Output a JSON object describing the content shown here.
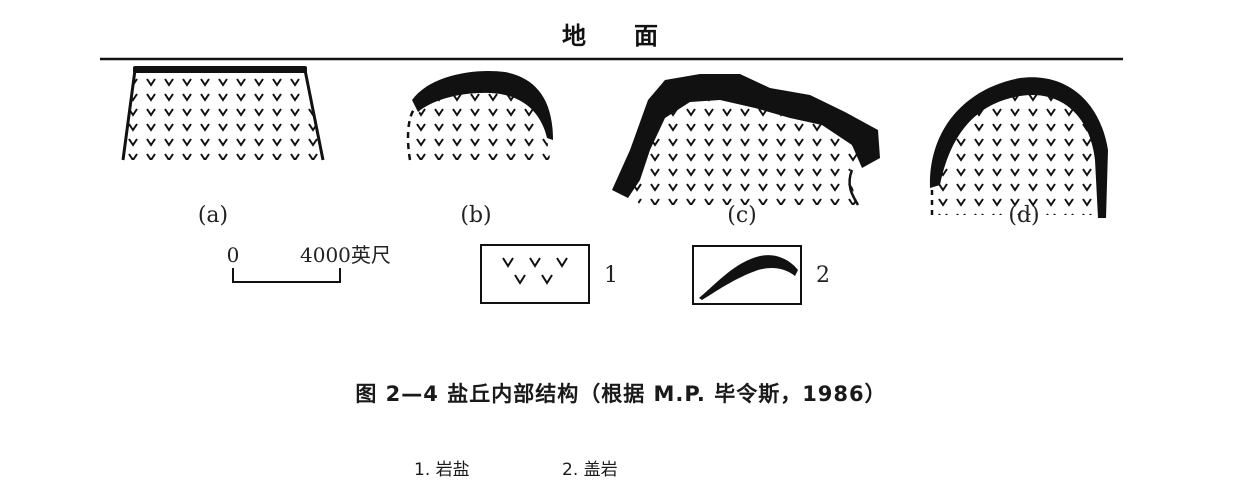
{
  "ground_label": "地　　面",
  "panels": [
    {
      "id": "a",
      "label": "(a)"
    },
    {
      "id": "b",
      "label": "(b)"
    },
    {
      "id": "c",
      "label": "(c)"
    },
    {
      "id": "d",
      "label": "(d)"
    }
  ],
  "scale_bar": {
    "start": "0",
    "end": "4000英尺"
  },
  "legend": [
    {
      "key": "1",
      "pattern": "rock-salt"
    },
    {
      "key": "2",
      "pattern": "cap-rock"
    }
  ],
  "caption": "图 2—4  盐丘内部结构（根据 M.P. 毕令斯，1986）",
  "legend_notes": [
    "1. 岩盐",
    "2. 盖岩"
  ],
  "colors": {
    "ink": "#111111",
    "background": "#ffffff"
  }
}
